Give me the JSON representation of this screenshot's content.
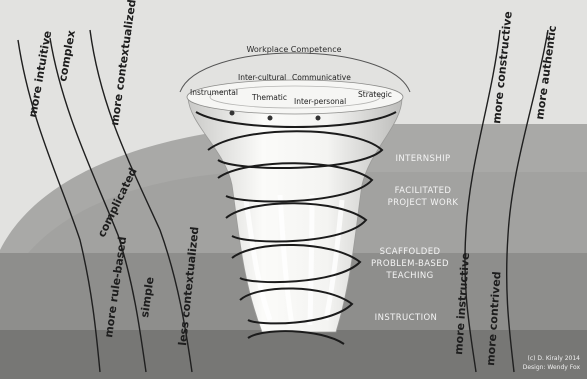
{
  "top_title": "Workplace Competence",
  "competences": [
    "Instrumental",
    "Inter-cultural",
    "Thematic",
    "Communicative",
    "Inter-personal",
    "Strategic"
  ],
  "levels": {
    "internship": "INTERNSHIP",
    "facilitated_1": "FACILITATED",
    "facilitated_2": "PROJECT WORK",
    "scaffolded_1": "SCAFFOLDED",
    "scaffolded_2": "PROBLEM-BASED",
    "scaffolded_3": "TEACHING",
    "instruction": "INSTRUCTION"
  },
  "left_labels": {
    "more_intuitive": "more intuitive",
    "complex": "complex",
    "more_contextualized": "more contextualized",
    "complicated": "complicated",
    "more_rule_based": "more rule-based",
    "simple": "simple",
    "less_contextualized": "less contextualized"
  },
  "right_labels": {
    "more_constructive": "more constructive",
    "more_authentic": "more authentic",
    "more_instructive": "more instructive",
    "more_contrived": "more contrived"
  },
  "credit": {
    "line1": "(c) D. Kiraly 2014",
    "line2": "Design: Wendy Fox"
  },
  "colors": {
    "background": "#e2e2e0",
    "band_upper": "#a7a7a5",
    "band_middle": "#989896",
    "band_lower": "#878785",
    "band_bottom": "#747472",
    "funnel": "#f3f3f1",
    "spiral": "#1a1a1a"
  }
}
